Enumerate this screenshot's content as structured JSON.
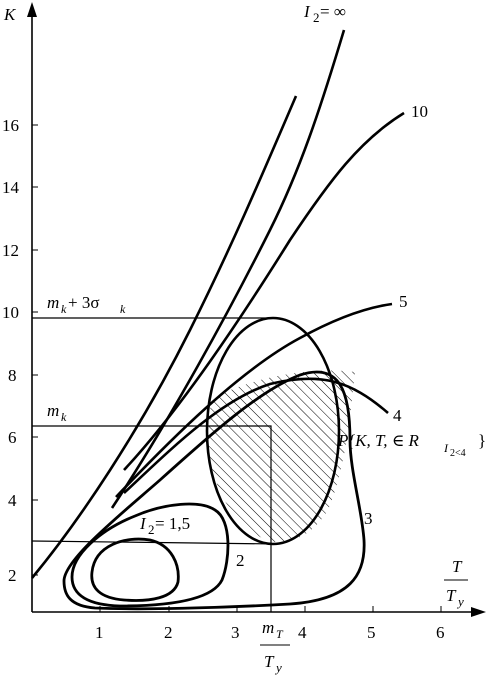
{
  "axes": {
    "y_label": "K",
    "x_label_num": "T",
    "x_label_den": "T",
    "x_label_den_sub": "y"
  },
  "x_ticks": [
    "1",
    "2",
    "3",
    "4",
    "5",
    "6"
  ],
  "y_ticks": [
    "2",
    "4",
    "6",
    "8",
    "10",
    "12",
    "14",
    "16"
  ],
  "curve_labels": {
    "inf_I": "I",
    "inf_sub": "2",
    "inf_eq": " = ∞",
    "c10": "10",
    "c5": "5",
    "c4": "4",
    "c3": "3",
    "c2": "2",
    "small_I": "I",
    "small_sub": "2",
    "small_eq": " = 1,5"
  },
  "annotations": {
    "mk3s_m": "m",
    "mk3s_k": "k",
    "mk3s_plus": " + 3σ",
    "mk3s_sk": "k",
    "mk_m": "m",
    "mk_k": "k",
    "mT_m": "m",
    "mT_T": "T",
    "mT_den": "T",
    "mT_den_sub": "y",
    "prob_text": "P{K, T, ∈ R",
    "prob_sub": "I",
    "prob_subsub": "2<4",
    "prob_close": "}"
  }
}
